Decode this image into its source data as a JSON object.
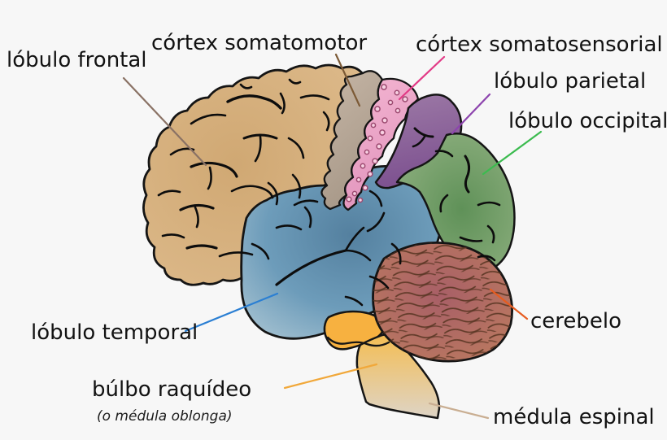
{
  "figure": {
    "background_color": "#f7f7f7",
    "outline_color": "#151515",
    "text_color": "#121212"
  },
  "labels": {
    "frontal": {
      "text": "lóbulo frontal",
      "line_color": "#8a7265"
    },
    "somatomotor": {
      "text": "córtex somatomotor",
      "line_color": "#7c5a36"
    },
    "somatosensory": {
      "text": "córtex somatosensorial",
      "line_color": "#e23a86"
    },
    "parietal": {
      "text": "lóbulo parietal",
      "line_color": "#8d44ae"
    },
    "occipital": {
      "text": "lóbulo occipital",
      "line_color": "#3bbb4f"
    },
    "cerebellum": {
      "text": "cerebelo",
      "line_color": "#e65c20"
    },
    "temporal": {
      "text": "lóbulo temporal",
      "line_color": "#2b7fd3"
    },
    "medulla_oblongata": {
      "text": "búlbo raquídeo",
      "subtext": "(o médula oblonga)",
      "line_color": "#f1a83a"
    },
    "spinal_cord": {
      "text": "médula espinal",
      "line_color": "#c9ae92"
    }
  },
  "regions": {
    "frontal_lobe": {
      "color_center": "#d0a873",
      "color_edge": "#ddba8b"
    },
    "somatomotor_cortex": {
      "color_light": "#c6b6a6",
      "color_dark": "#a79888"
    },
    "somatosensory_cortex": {
      "color_light": "#f4b6d2",
      "color_dark": "#e295bd",
      "dot_fill": "#f7d0e2",
      "dot_stroke": "#9c4a70"
    },
    "parietal_lobe": {
      "color_light": "#9d7aa6",
      "color_dark": "#7d5190"
    },
    "occipital_lobe": {
      "color_light": "#8fb080",
      "color_dark": "#5f9158"
    },
    "temporal_lobe": {
      "color_center": "#54809f",
      "color_mid": "#6d9cba",
      "color_edge": "#aac5d3"
    },
    "cerebellum": {
      "color_center": "#a85f67",
      "color_edge": "#bb7a5f",
      "hatch_color": "#53321f"
    },
    "pons": {
      "color": "#f7b140"
    },
    "medulla": {
      "color_top": "#f4bd52",
      "color_bottom": "#ded4c6"
    }
  }
}
